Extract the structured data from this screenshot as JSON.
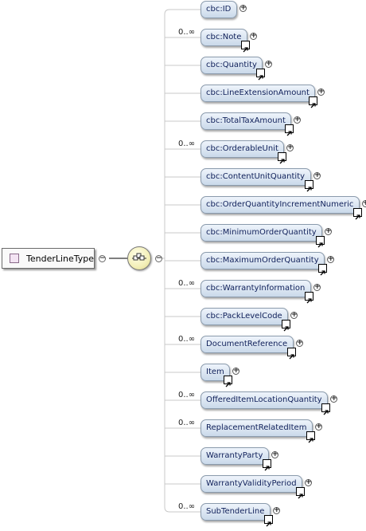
{
  "root": {
    "label": "TenderLineType",
    "collapse_symbol": "−"
  },
  "sequence": {
    "icon": "sequence-compositor-icon",
    "collapse_symbol": "−"
  },
  "elements": [
    {
      "label": "cbc:ID",
      "cardinality": ""
    },
    {
      "label": "cbc:Note",
      "cardinality": "0..∞"
    },
    {
      "label": "cbc:Quantity",
      "cardinality": ""
    },
    {
      "label": "cbc:LineExtensionAmount",
      "cardinality": ""
    },
    {
      "label": "cbc:TotalTaxAmount",
      "cardinality": ""
    },
    {
      "label": "cbc:OrderableUnit",
      "cardinality": "0..∞"
    },
    {
      "label": "cbc:ContentUnitQuantity",
      "cardinality": ""
    },
    {
      "label": "cbc:OrderQuantityIncrementNumeric",
      "cardinality": ""
    },
    {
      "label": "cbc:MinimumOrderQuantity",
      "cardinality": ""
    },
    {
      "label": "cbc:MaximumOrderQuantity",
      "cardinality": ""
    },
    {
      "label": "cbc:WarrantyInformation",
      "cardinality": "0..∞"
    },
    {
      "label": "cbc:PackLevelCode",
      "cardinality": ""
    },
    {
      "label": "DocumentReference",
      "cardinality": "0..∞"
    },
    {
      "label": "Item",
      "cardinality": ""
    },
    {
      "label": "OfferedItemLocationQuantity",
      "cardinality": "0..∞"
    },
    {
      "label": "ReplacementRelatedItem",
      "cardinality": "0..∞"
    },
    {
      "label": "WarrantyParty",
      "cardinality": ""
    },
    {
      "label": "WarrantyValidityPeriod",
      "cardinality": ""
    },
    {
      "label": "SubTenderLine",
      "cardinality": "0..∞"
    }
  ],
  "expand_symbol": "+",
  "colors": {
    "element_fill_top": "#eef4fb",
    "element_fill_bottom": "#cad9ea",
    "element_border": "#8a9aac",
    "text": "#10205a",
    "connector": "#c8c8c8"
  }
}
